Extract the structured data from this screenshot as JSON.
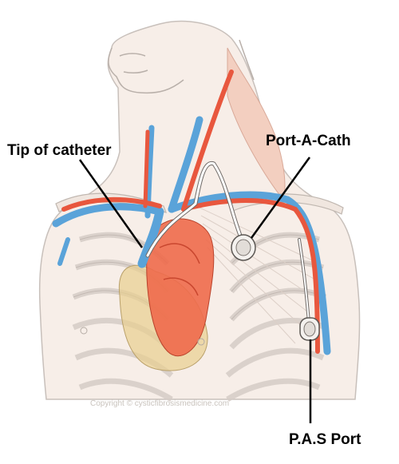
{
  "labels": {
    "tip_of_catheter": "Tip of catheter",
    "port_a_cath": "Port-A-Cath",
    "pas_port": "P.A.S Port"
  },
  "watermark": "Copyright © cysticfibrosismedicine.com",
  "colors": {
    "skin": "#f7eee8",
    "outline": "#c8c0bb",
    "vein": "#5aa3d9",
    "artery": "#e8573e",
    "heart": "#ee6a4b",
    "lung": "#e8cf8f"
  }
}
